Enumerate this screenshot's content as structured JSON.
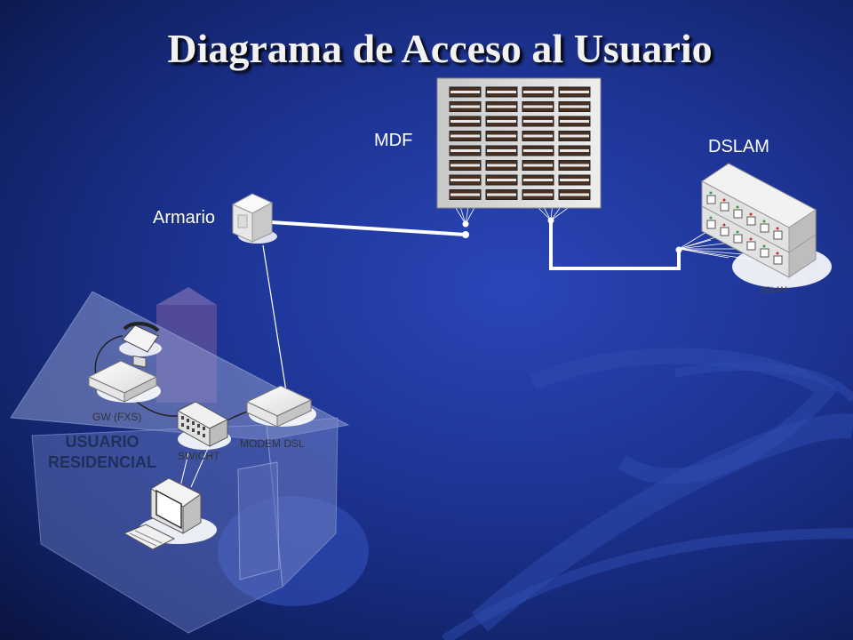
{
  "title": "Diagrama de Acceso al Usuario",
  "labels": {
    "mdf": "MDF",
    "dslam": "DSLAM",
    "dslam_plate": "DSLAM",
    "armario": "Armario",
    "gw": "GW (FXS)",
    "modem": "MODEM DSL",
    "switch": "SWICHT",
    "residencial_1": "USUARIO",
    "residencial_2": "RESIDENCIAL"
  }
}
